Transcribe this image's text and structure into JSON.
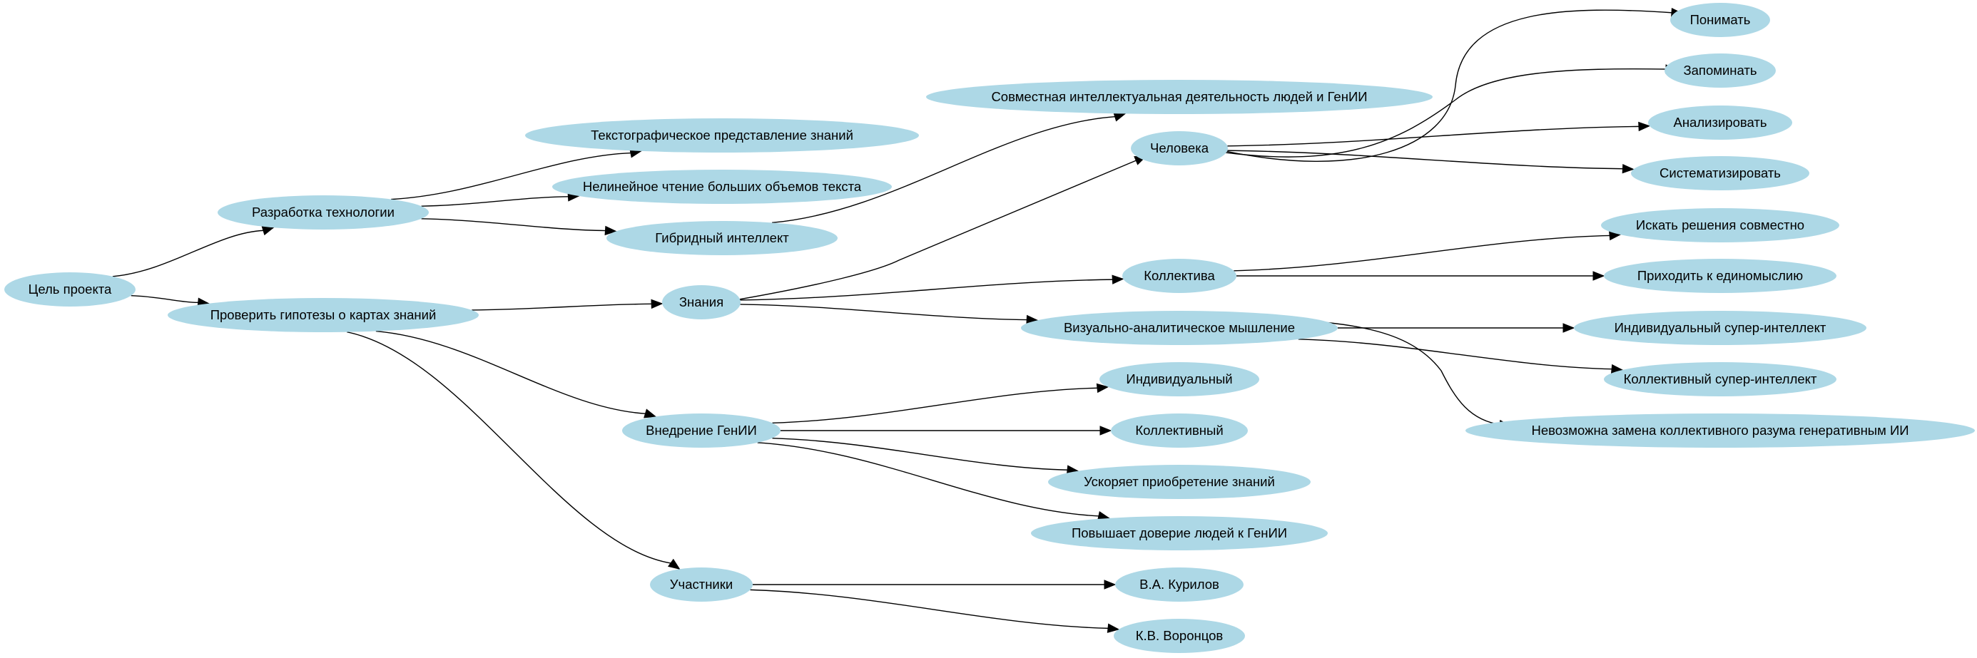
{
  "diagram": {
    "type": "mind-map",
    "nodes": [
      {
        "id": "goal",
        "label": "Цель проекта"
      },
      {
        "id": "tech",
        "label": "Разработка технологии"
      },
      {
        "id": "hypo",
        "label": "Проверить гипотезы о картах знаний"
      },
      {
        "id": "texto",
        "label": "Текстографическое представление знаний"
      },
      {
        "id": "nonlin",
        "label": "Нелинейное чтение больших объемов текста"
      },
      {
        "id": "hybrid",
        "label": "Гибридный интеллект"
      },
      {
        "id": "joint",
        "label": "Совместная интеллектуальная деятельность людей и ГенИИ"
      },
      {
        "id": "know",
        "label": "Знания"
      },
      {
        "id": "human",
        "label": "Человека"
      },
      {
        "id": "collective",
        "label": "Коллектива"
      },
      {
        "id": "visual",
        "label": "Визуально-аналитическое мышление"
      },
      {
        "id": "understand",
        "label": "Понимать"
      },
      {
        "id": "remember",
        "label": "Запоминать"
      },
      {
        "id": "analyze",
        "label": "Анализировать"
      },
      {
        "id": "systematize",
        "label": "Систематизировать"
      },
      {
        "id": "seek",
        "label": "Искать решения совместно"
      },
      {
        "id": "agree",
        "label": "Приходить к единомыслию"
      },
      {
        "id": "indsuper",
        "label": "Индивидуальный супер-интеллект"
      },
      {
        "id": "colsuper",
        "label": "Коллективный супер-интеллект"
      },
      {
        "id": "noreplace",
        "label": "Невозможна замена коллективного разума генеративным ИИ"
      },
      {
        "id": "genai",
        "label": "Внедрение ГенИИ"
      },
      {
        "id": "individual",
        "label": "Индивидуальный"
      },
      {
        "id": "collectivegen",
        "label": "Коллективный"
      },
      {
        "id": "accel",
        "label": "Ускоряет приобретение знаний"
      },
      {
        "id": "trust",
        "label": "Повышает доверие людей к ГенИИ"
      },
      {
        "id": "members",
        "label": "Участники"
      },
      {
        "id": "kurilov",
        "label": "В.А. Курилов"
      },
      {
        "id": "vorontsov",
        "label": "К.В. Воронцов"
      }
    ],
    "edges": [
      {
        "from": "goal",
        "to": "tech"
      },
      {
        "from": "goal",
        "to": "hypo"
      },
      {
        "from": "tech",
        "to": "texto"
      },
      {
        "from": "tech",
        "to": "nonlin"
      },
      {
        "from": "tech",
        "to": "hybrid"
      },
      {
        "from": "hybrid",
        "to": "joint"
      },
      {
        "from": "hypo",
        "to": "know"
      },
      {
        "from": "hypo",
        "to": "genai"
      },
      {
        "from": "hypo",
        "to": "members"
      },
      {
        "from": "know",
        "to": "human"
      },
      {
        "from": "know",
        "to": "collective"
      },
      {
        "from": "know",
        "to": "visual"
      },
      {
        "from": "human",
        "to": "understand"
      },
      {
        "from": "human",
        "to": "remember"
      },
      {
        "from": "human",
        "to": "analyze"
      },
      {
        "from": "human",
        "to": "systematize"
      },
      {
        "from": "collective",
        "to": "seek"
      },
      {
        "from": "collective",
        "to": "agree"
      },
      {
        "from": "visual",
        "to": "indsuper"
      },
      {
        "from": "visual",
        "to": "colsuper"
      },
      {
        "from": "visual",
        "to": "noreplace"
      },
      {
        "from": "genai",
        "to": "individual"
      },
      {
        "from": "genai",
        "to": "collectivegen"
      },
      {
        "from": "genai",
        "to": "accel"
      },
      {
        "from": "genai",
        "to": "trust"
      },
      {
        "from": "members",
        "to": "kurilov"
      },
      {
        "from": "members",
        "to": "vorontsov"
      }
    ],
    "colors": {
      "node_fill": "#add8e6",
      "edge": "#000000",
      "text": "#000000",
      "background": "#ffffff"
    }
  }
}
